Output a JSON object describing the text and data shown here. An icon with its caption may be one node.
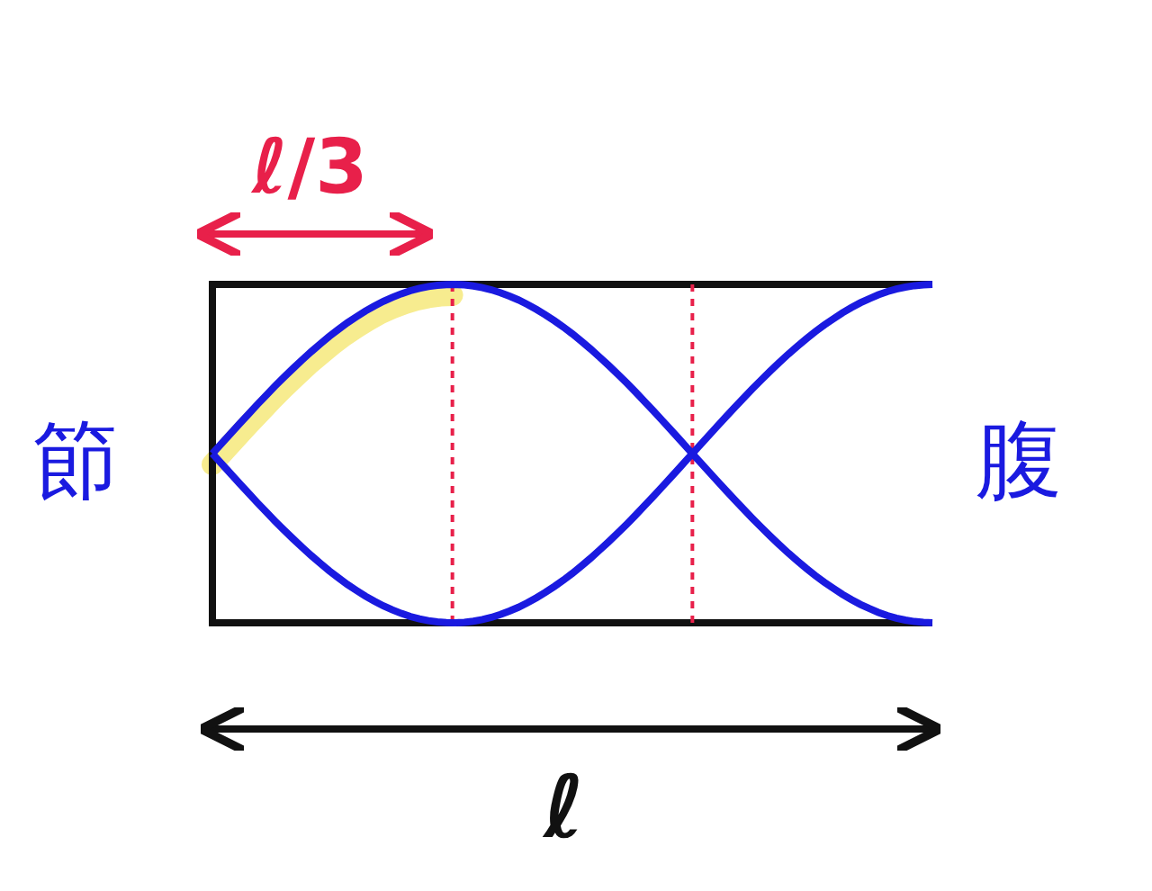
{
  "diagram": {
    "labels": [
      "ℓ/3",
      "節",
      "腹",
      "ℓ"
    ]
  }
}
